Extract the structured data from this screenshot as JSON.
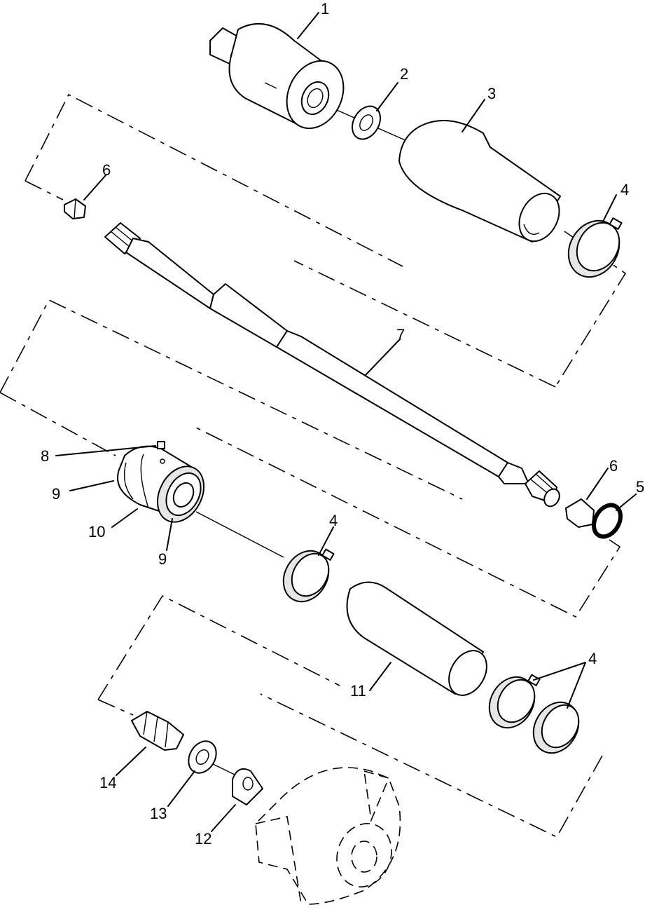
{
  "callouts": [
    {
      "id": "c1",
      "text": "1"
    },
    {
      "id": "c2",
      "text": "2"
    },
    {
      "id": "c3",
      "text": "3"
    },
    {
      "id": "c4a",
      "text": "4"
    },
    {
      "id": "c4b",
      "text": "4"
    },
    {
      "id": "c4c",
      "text": "4"
    },
    {
      "id": "c5",
      "text": "5"
    },
    {
      "id": "c6a",
      "text": "6"
    },
    {
      "id": "c6b",
      "text": "6"
    },
    {
      "id": "c7",
      "text": "7"
    },
    {
      "id": "c8",
      "text": "8"
    },
    {
      "id": "c9a",
      "text": "9"
    },
    {
      "id": "c9b",
      "text": "9"
    },
    {
      "id": "c10",
      "text": "10"
    },
    {
      "id": "c11",
      "text": "11"
    },
    {
      "id": "c12",
      "text": "12"
    },
    {
      "id": "c13",
      "text": "13"
    },
    {
      "id": "c14",
      "text": "14"
    }
  ]
}
